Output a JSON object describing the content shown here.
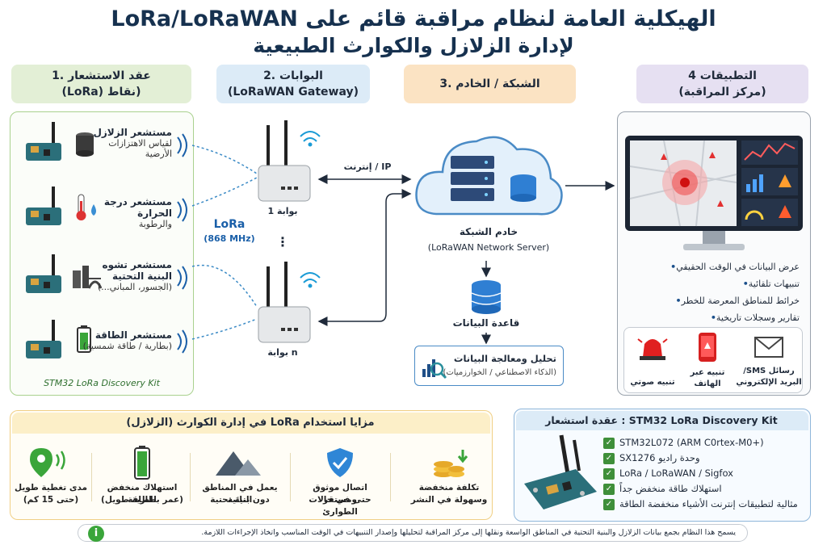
{
  "title": {
    "line1": "الهيكلية العامة لنظام مراقبة قائم على LoRa/LoRaWAN",
    "line2": "لإدارة الزلازل والكوارث الطبيعية"
  },
  "columns": {
    "col1": {
      "line1": "1. عقد الاستشعار",
      "line2": "(LoRa) نقاط)"
    },
    "col2": {
      "line1": "2. البوابات",
      "line2": "(LoRaWAN Gateway)"
    },
    "col3": {
      "line1": "3. الشبكة / الخادم"
    },
    "col4": {
      "line1": "4 التطبيقات",
      "line2": "(مركز المراقبة)"
    }
  },
  "sensors": [
    {
      "name": "مستشعر الزلازل",
      "desc1": "لقياس الاهتزازات",
      "desc2": "الأرضية"
    },
    {
      "name": "مستشعر درجة الحرارة",
      "desc1": "والرطوبة",
      "desc2": ""
    },
    {
      "name": "مستشعر تشوه",
      "desc1": "البنية التحتية",
      "desc2": "(الجسور، المباني...)"
    },
    {
      "name": "مستشعر الطاقة",
      "desc1": "(بطارية / طاقة شمسية)",
      "desc2": ""
    }
  ],
  "kit_label": "STM32 LoRa Discovery Kit",
  "lora": {
    "label": "LoRa",
    "freq": "(868 MHz)"
  },
  "gateways": {
    "g1": "بوابة 1",
    "gn": "بوابة n",
    "dots": "⋮"
  },
  "internet_label": "إنترنت / IP",
  "server": {
    "name": "خادم الشبكة",
    "sub": "(LoRaWAN Network Server)"
  },
  "database": "قاعدة البيانات",
  "analysis": {
    "title": "تحليل ومعالجة البيانات",
    "sub": "(الذكاء الاصطناعي / الخوارزميات)"
  },
  "app_bullets": [
    "عرض البيانات في الوقت الحقيقي",
    "تنبيهات تلقائية",
    "خرائط للمناطق المعرضة للخطر",
    "تقارير وسجلات تاريخية"
  ],
  "alerts": [
    {
      "label1": "رسائل SMS/",
      "label2": "البريد الإلكتروني",
      "icon": "envelope-icon"
    },
    {
      "label1": "تنبيه عبر",
      "label2": "الهاتف",
      "icon": "phone-icon"
    },
    {
      "label1": "تنبيه صوتي",
      "label2": "",
      "icon": "siren-icon"
    }
  ],
  "advantages": {
    "title": "مزايا استخدام LoRa في إدارة الكوارث (الزلازل)",
    "items": [
      {
        "line1": "مدى تغطية طويل",
        "line2": "(حتى 15 كم)",
        "icon": "location-signal-icon"
      },
      {
        "line1": "استهلاك منخفض للطاقة",
        "line2": "(عمر بطارية طويل)",
        "icon": "battery-icon"
      },
      {
        "line1": "يعمل في المناطق النائية",
        "line2": "دون بنية تحتية",
        "icon": "mountain-icon"
      },
      {
        "line1": "اتصال موثوق ومستقر",
        "line2": "حتى في حالات الطوارئ",
        "icon": "shield-check-icon"
      },
      {
        "line1": "تكلفة منخفضة",
        "line2": "وسهولة في النشر",
        "icon": "coins-icon"
      }
    ]
  },
  "node": {
    "title": "STM32 LoRa Discovery Kit : عقدة استشعار",
    "items": [
      "STM32L072 (ARM C0rtex-M0+)",
      "وحدة راديو SX1276",
      "LoRa / LoRaWAN / Sigfox",
      "استهلاك طاقة منخفض جداً",
      "مثالية لتطبيقات إنترنت الأشياء منخفضة الطاقة"
    ]
  },
  "footer": "يسمح هذا النظام بجمع بيانات الزلازل والبنية التحتية في المناطق الواسعة ونقلها إلى مركز المراقبة لتحليلها وإصدار التنبيهات في الوقت المناسب واتخاذ الإجراءات اللازمة.",
  "colors": {
    "green_header": "#e3efd6",
    "blue_header": "#dcebf7",
    "orange_header": "#fbe3c3",
    "purple_header": "#e6e0f2",
    "navy": "#16314f",
    "accent_blue": "#1a5fa8"
  }
}
